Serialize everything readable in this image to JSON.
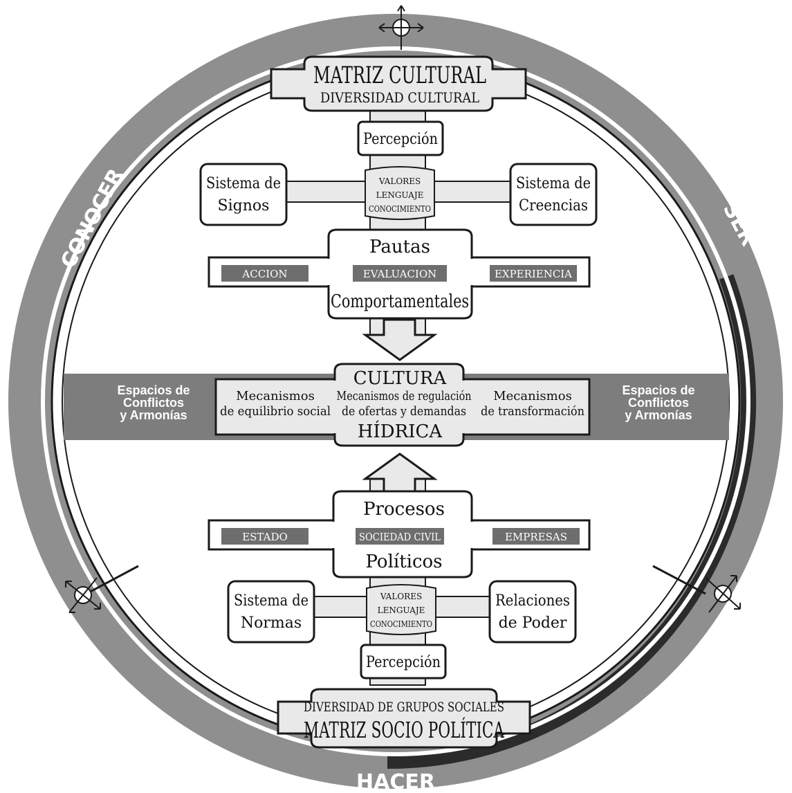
{
  "ring_labels": {
    "left": "CONOCER",
    "right": "SER",
    "bottom": "HACER"
  },
  "top_matrix": {
    "title": "MATRIZ CULTURAL",
    "subtitle": "DIVERSIDAD CULTURAL"
  },
  "upper": {
    "perception": "Percepción",
    "left_box_line1": "Sistema de",
    "left_box_line2": "Signos",
    "right_box_line1": "Sistema de",
    "right_box_line2": "Creencias",
    "center_line1": "VALORES",
    "center_line2": "LENGUAJE",
    "center_line3": "CONOCIMIENTO",
    "pautas_title": "Pautas",
    "pautas_subtitle": "Comportamentales",
    "bar_left": "ACCION",
    "bar_center": "EVALUACION",
    "bar_right": "EXPERIENCIA"
  },
  "middle": {
    "band_left_line1": "Espacios de",
    "band_left_line2": "Conflictos",
    "band_left_line3": "y Armonías",
    "band_right_line1": "Espacios de",
    "band_right_line2": "Conflictos",
    "band_right_line3": "y Armonías",
    "title_top": "CULTURA",
    "title_bottom": "HÍDRICA",
    "left_line1": "Mecanismos",
    "left_line2": "de equilibrio social",
    "center_line1": "Mecanismos de regulación",
    "center_line2": "de ofertas y demandas",
    "right_line1": "Mecanismos",
    "right_line2": "de transformación"
  },
  "lower": {
    "procesos_title": "Procesos",
    "procesos_subtitle": "Políticos",
    "bar_left": "ESTADO",
    "bar_center": "SOCIEDAD CIVIL",
    "bar_right": "EMPRESAS",
    "left_box_line1": "Sistema de",
    "left_box_line2": "Normas",
    "right_box_line1": "Relaciones",
    "right_box_line2": "de Poder",
    "center_line1": "VALORES",
    "center_line2": "LENGUAJE",
    "center_line3": "CONOCIMIENTO",
    "perception": "Percepción"
  },
  "bottom_matrix": {
    "subtitle": "DIVERSIDAD DE GRUPOS SOCIALES",
    "title": "MATRIZ SOCIO POLÍTICA"
  },
  "colors": {
    "outer_ring": "#8f8f8f",
    "inner_ring_dark": "#2b2b2b",
    "band": "#7d7d7d",
    "bar_fill": "#6e6e6e",
    "light_panel": "#e9e9e9",
    "box_fill": "#ffffff",
    "stroke": "#1a1a1a"
  },
  "icons": [
    "compass-arrows-icon-top",
    "compass-arrows-icon-left",
    "compass-arrows-icon-right"
  ]
}
